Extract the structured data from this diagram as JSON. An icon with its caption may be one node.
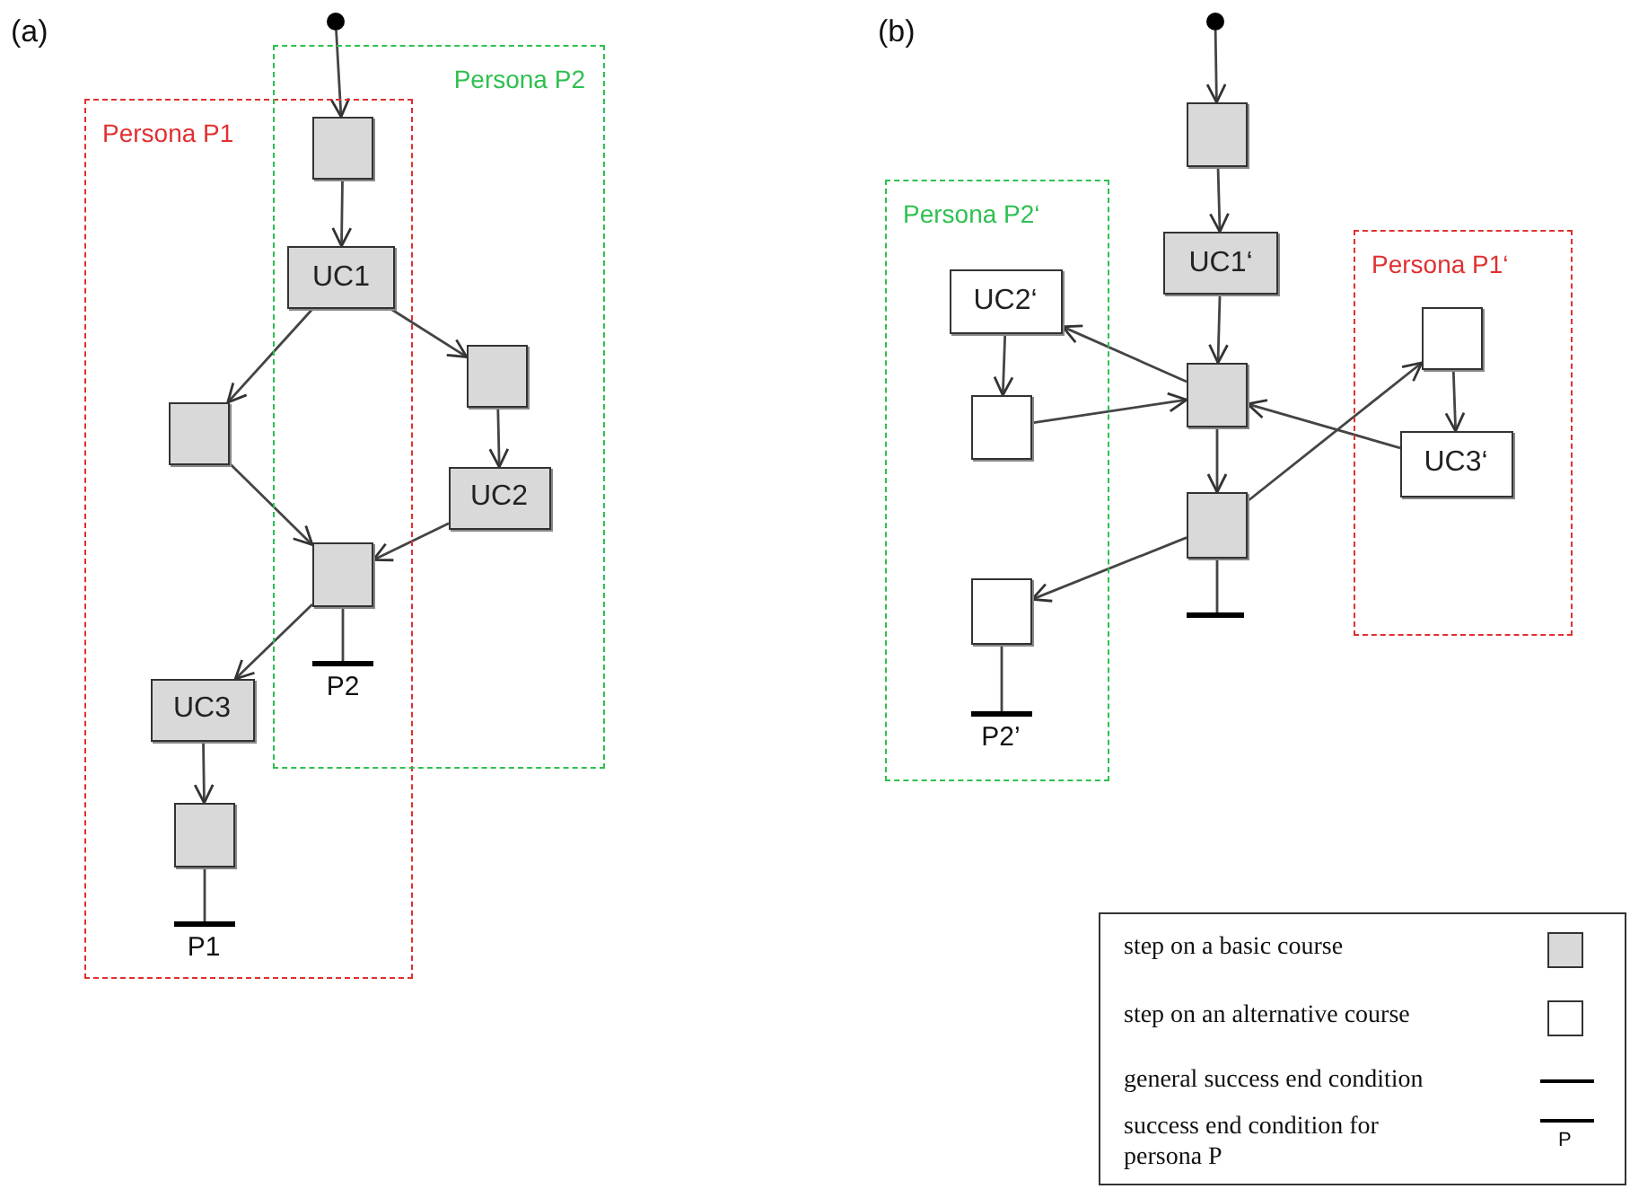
{
  "diagram": {
    "nodes": [
      {
        "text": [
          "Persona P1"
        ]
      },
      {
        "text": [
          "Persona P2"
        ]
      },
      {
        "text": [],
        "shape": "circle"
      },
      {
        "text": [],
        "shape": "box"
      },
      {
        "text": [
          "UC1"
        ]
      },
      {
        "text": [],
        "shape": "box",
        "in": 0
      },
      {
        "text": [],
        "shape": "box",
        "in": 1
      },
      {
        "text": [
          "UC2"
        ],
        "in": 1
      },
      {
        "text": [],
        "shape": "box"
      },
      {
        "text": [
          "P2"
        ]
      },
      {
        "text": [
          "UC3"
        ],
        "in": 0
      },
      {
        "text": [],
        "shape": "box",
        "in": 0
      },
      {
        "text": [
          "P1"
        ],
        "in": 0
      },
      {
        "text": [
          "Persona P2‘"
        ]
      },
      {
        "text": [
          "Persona P1‘"
        ]
      },
      {
        "text": [],
        "shape": "circle"
      },
      {
        "text": [],
        "shape": "box"
      },
      {
        "text": [
          "UC1‘"
        ]
      },
      {
        "text": [],
        "shape": "box"
      },
      {
        "text": [],
        "shape": "box"
      },
      {
        "text": [],
        "shape": "bar"
      },
      {
        "text": [
          "UC2‘"
        ],
        "in": 13
      },
      {
        "text": [],
        "shape": "box",
        "in": 13
      },
      {
        "text": [],
        "shape": "box",
        "in": 13
      },
      {
        "text": [
          "P2’"
        ],
        "in": 13
      },
      {
        "text": [],
        "shape": "box",
        "in": 14
      },
      {
        "text": [
          "UC3‘"
        ],
        "in": 14
      }
    ],
    "edges": [
      {
        "from": 2,
        "to": 3,
        "arrow": "to"
      },
      {
        "from": 3,
        "to": 4,
        "arrow": "to"
      },
      {
        "from": 4,
        "to": 5,
        "arrow": "to"
      },
      {
        "from": 4,
        "to": 6,
        "arrow": "to"
      },
      {
        "from": 6,
        "to": 7,
        "arrow": "to"
      },
      {
        "from": 5,
        "to": 8,
        "arrow": "to"
      },
      {
        "from": 7,
        "to": 8,
        "arrow": "to"
      },
      {
        "from": 8,
        "to": 9,
        "arrow": "none"
      },
      {
        "from": 8,
        "to": 10,
        "arrow": "to"
      },
      {
        "from": 10,
        "to": 11,
        "arrow": "to"
      },
      {
        "from": 11,
        "to": 12,
        "arrow": "none"
      },
      {
        "from": 15,
        "to": 16,
        "arrow": "to"
      },
      {
        "from": 16,
        "to": 17,
        "arrow": "to"
      },
      {
        "from": 17,
        "to": 18,
        "arrow": "to"
      },
      {
        "from": 18,
        "to": 21,
        "arrow": "to"
      },
      {
        "from": 21,
        "to": 22,
        "arrow": "to"
      },
      {
        "from": 22,
        "to": 18,
        "arrow": "to"
      },
      {
        "from": 18,
        "to": 19,
        "arrow": "to"
      },
      {
        "from": 19,
        "to": 20,
        "arrow": "none"
      },
      {
        "from": 19,
        "to": 25,
        "arrow": "to"
      },
      {
        "from": 25,
        "to": 26,
        "arrow": "to"
      },
      {
        "from": 26,
        "to": 18,
        "arrow": "to"
      },
      {
        "from": 19,
        "to": 23,
        "arrow": "to"
      },
      {
        "from": 23,
        "to": 24,
        "arrow": "none"
      }
    ],
    "labels": [
      "(a)",
      "(b)",
      "P"
    ],
    "legend": [
      {
        "text": "step on a basic course"
      },
      {
        "text": "step on an alternative course"
      },
      {
        "text": "general success end condition"
      },
      {
        "text": "success end condition for persona P"
      }
    ]
  }
}
